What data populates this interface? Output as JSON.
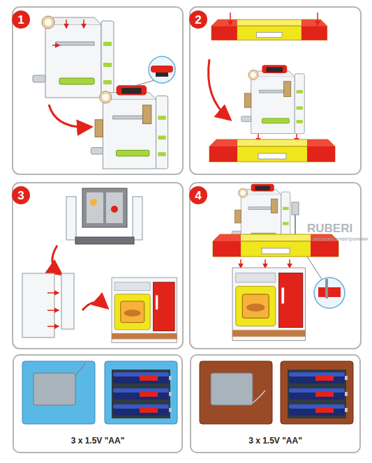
{
  "diagram": {
    "nodes": [
      {
        "text": [
          "1"
        ]
      },
      {
        "text": [
          "2"
        ]
      },
      {
        "text": [
          "3"
        ]
      },
      {
        "text": [
          "4"
        ]
      },
      {
        "text": [
          "3 x 1.5V \"AA\""
        ]
      },
      {
        "text": [
          "3 x 1.5V \"AA\""
        ]
      }
    ],
    "labels": [
      "RUBERI",
      "магазин электроники"
    ]
  }
}
